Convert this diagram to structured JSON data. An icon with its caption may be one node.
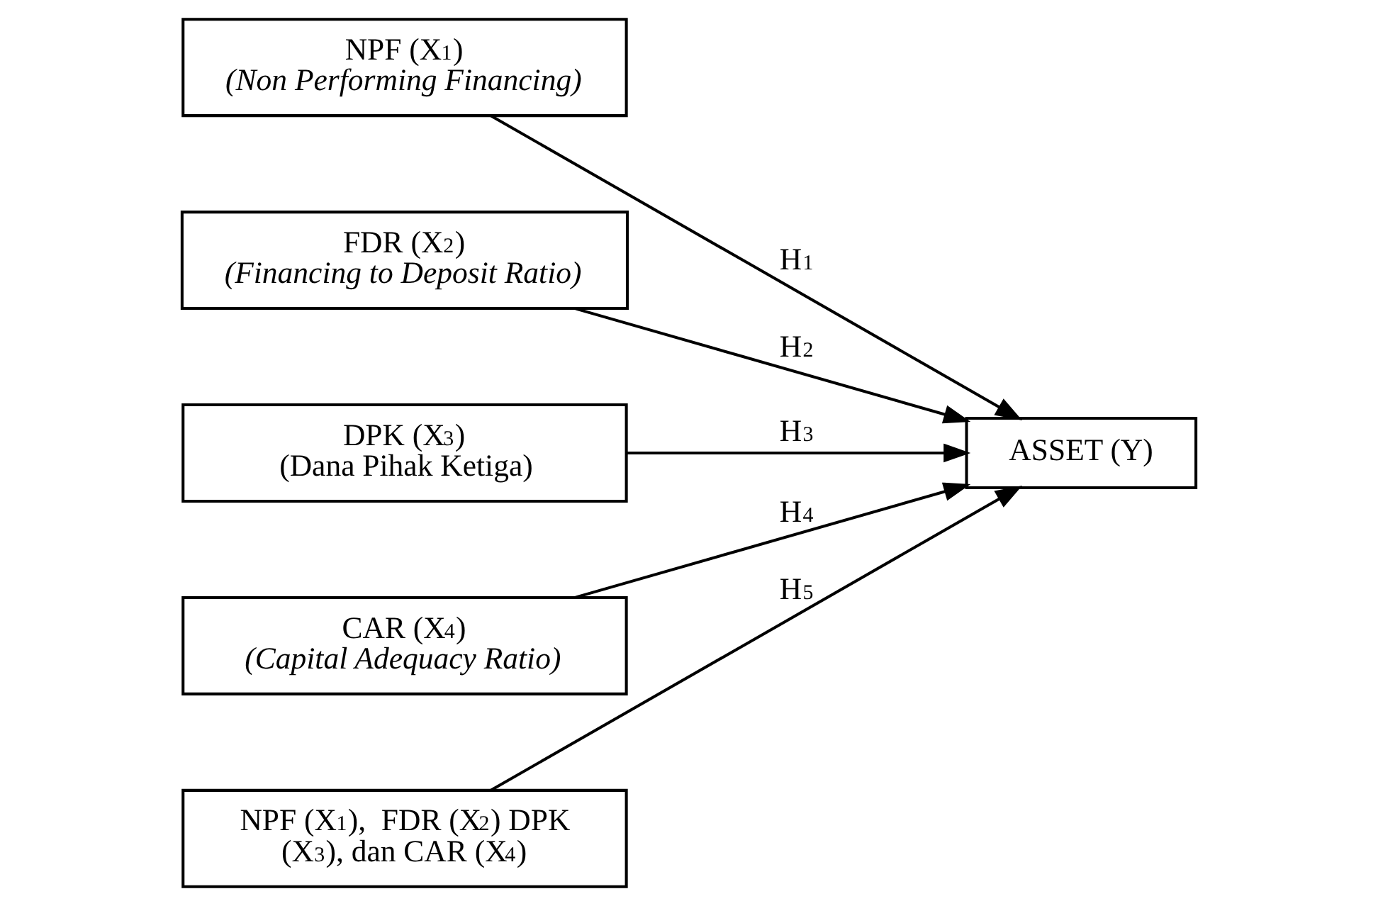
{
  "diagram": {
    "nodes": [
      {
        "text": [
          "NPF (X$_{1}$)",
          "(Non Performing Financing)"
        ]
      },
      {
        "text": [
          "FDR (X$_{2}$)",
          "(Financing to Deposit Ratio)"
        ]
      },
      {
        "text": [
          "DPK (X$_{3}$)",
          "(Dana Pihak Ketiga)"
        ]
      },
      {
        "text": [
          "CAR (X$_{4}$)",
          "(Capital Adequacy Ratio)"
        ]
      },
      {
        "text": [
          "NPF (X$_{1}$),  FDR (X$_{2}$) DPK (X$_{3}$), dan CAR (X$_{4}$)"
        ]
      },
      {
        "text": [
          "ASSET (Y)"
        ]
      }
    ],
    "edges": [
      {
        "from": 0,
        "to": 5,
        "arrow": "to",
        "label": "H$_{1}$"
      },
      {
        "from": 1,
        "to": 5,
        "arrow": "to",
        "label": "H$_{2}$"
      },
      {
        "from": 2,
        "to": 5,
        "arrow": "to",
        "label": "H$_{3}$"
      },
      {
        "from": 3,
        "to": 5,
        "arrow": "to",
        "label": "H$_{4}$"
      },
      {
        "from": 4,
        "to": 5,
        "arrow": "to",
        "label": "H$_{5}$"
      }
    ]
  }
}
